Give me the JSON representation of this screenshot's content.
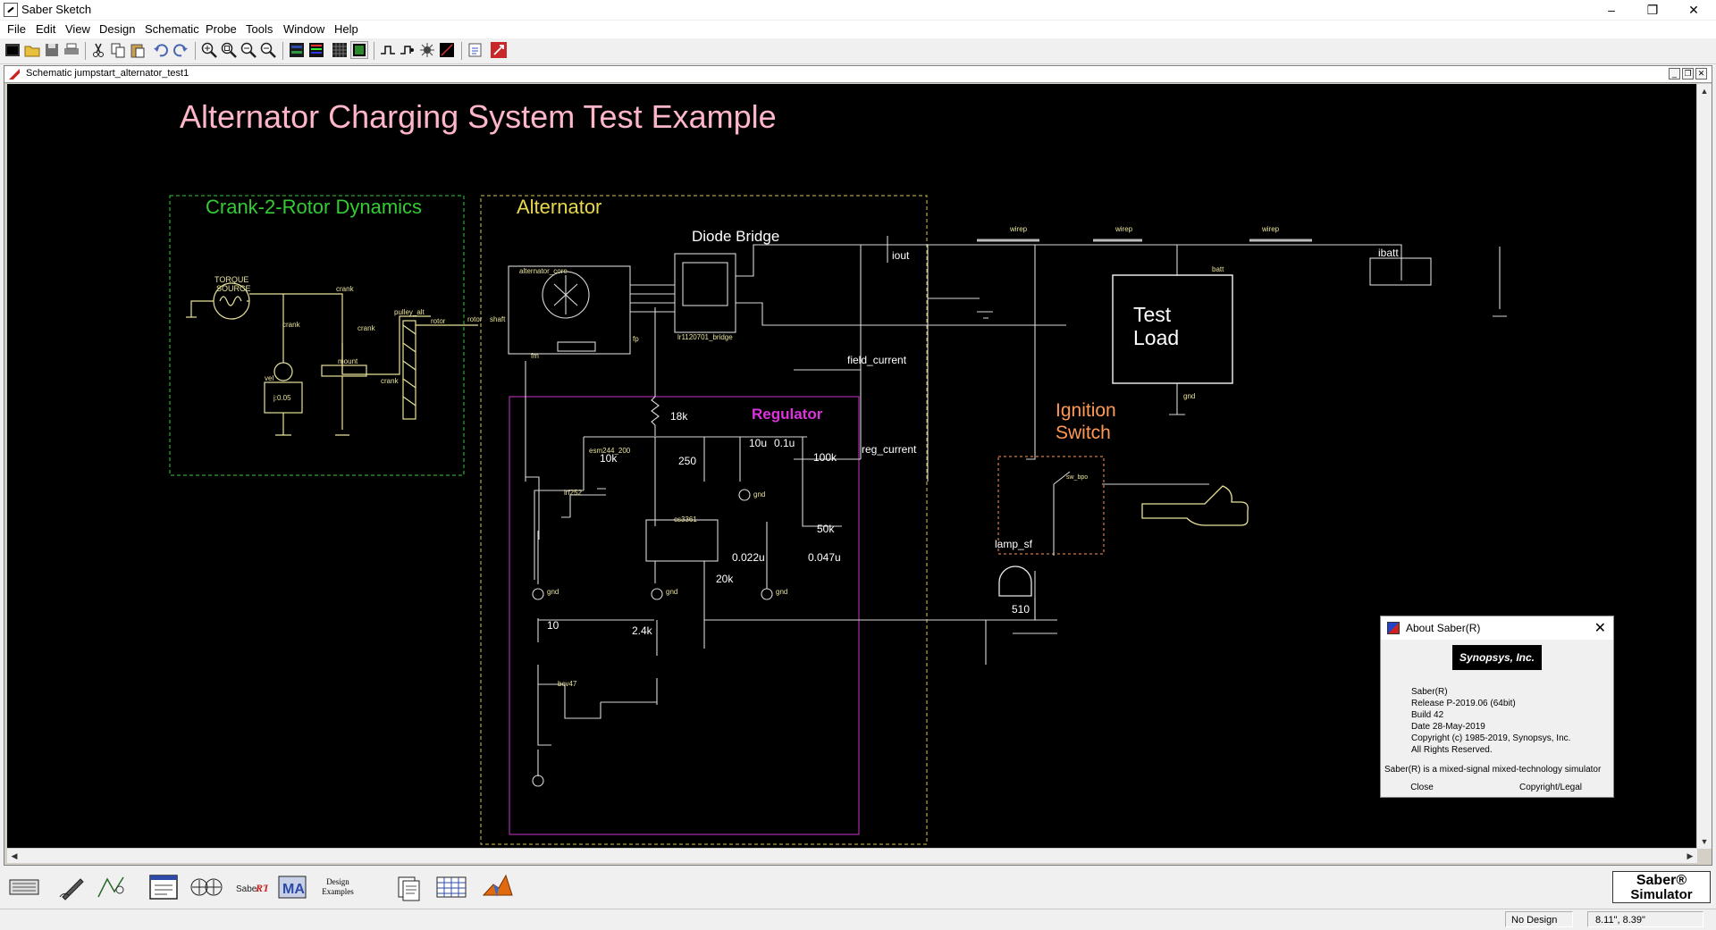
{
  "window": {
    "title": "Saber Sketch"
  },
  "menu": [
    "File",
    "Edit",
    "View",
    "Design",
    "Schematic",
    "Probe",
    "Tools",
    "Window",
    "Help"
  ],
  "document": {
    "title": "Schematic jumpstart_alternator_test1"
  },
  "schematic": {
    "title": "Alternator Charging System Test Example",
    "blocks": {
      "crank": "Crank-2-Rotor Dynamics",
      "alternator": "Alternator",
      "regulator": "Regulator",
      "diode_bridge": "Diode Bridge",
      "test_load_1": "Test",
      "test_load_2": "Load",
      "ignition_1": "Ignition",
      "ignition_2": "Switch"
    },
    "labels": {
      "torque_1": "TORQUE",
      "torque_2": "SOURCE",
      "crank": "crank",
      "crank2": "crank",
      "crank3": "crank",
      "crank4": "crank",
      "pulley": "pulley_alt",
      "rotor": "rotor",
      "rotor2": "rotor",
      "shaft": "shaft",
      "vel": "vel",
      "inertia": "j:0.05",
      "mount": "mount",
      "alt_core": "alternator_core",
      "bridge_name": "lr1120701_bridge",
      "iout": "iout",
      "ibatt": "ibatt",
      "field_current": "field_current",
      "reg_current": "reg_current",
      "r18k": "18k",
      "d_esm": "esm244_200",
      "r10k": "10k",
      "r250": "250",
      "c10u": "10u",
      "c01u": "0.1u",
      "r100k": "100k",
      "irf": "irf252",
      "cs": "cs3361",
      "r50k": "50k",
      "c022u": "0.022u",
      "c047u": "0.047u",
      "r20k": "20k",
      "r10": "10",
      "r24k": "2.4k",
      "bcv": "bcv47",
      "lamp": "lamp_sf",
      "r510": "510",
      "batt": "batt",
      "gnd": "gnd",
      "wirep": "wirep",
      "fm": "fm",
      "fp": "fp",
      "sw": "sw_bpo"
    }
  },
  "about": {
    "title": "About Saber(R)",
    "logo": "Synopsys, Inc.",
    "lines": [
      "Saber(R)",
      "Release P-2019.06 (64bit)",
      "Build 42",
      "Date 28-May-2019",
      "Copyright (c) 1985-2019, Synopsys, Inc.",
      "All Rights Reserved."
    ],
    "tagline": "Saber(R) is a mixed-signal mixed-technology simulator",
    "close": "Close",
    "copyright": "Copyright/Legal"
  },
  "bottom": {
    "design_examples_1": "Design",
    "design_examples_2": "Examples",
    "saber_badge_1": "Saber®",
    "saber_badge_2": "Simulator"
  },
  "status": {
    "design": "No Design",
    "coords": "8.11\", 8.39\""
  },
  "colors": {
    "crank_block": "#33cc33",
    "alternator_block": "#d8c84a",
    "regulator_block": "#cc33cc",
    "ignition": "#ff9955",
    "title": "#ffb6c8",
    "wire": "#d8d8d8",
    "component": "#e8e29a"
  }
}
